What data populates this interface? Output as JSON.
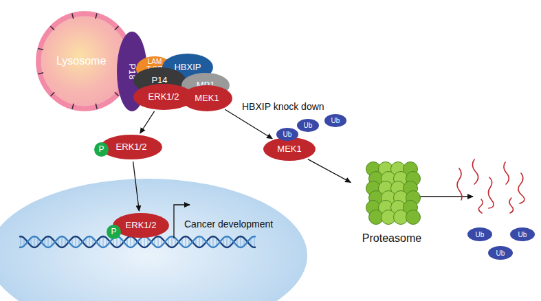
{
  "diagram": {
    "nodes": [
      {
        "text": [
          "Lysosome"
        ]
      },
      {
        "text": [
          "P18"
        ]
      },
      {
        "text": [
          "LAMT OR4"
        ]
      },
      {
        "text": [
          "HBXIP"
        ]
      },
      {
        "text": [
          "P14"
        ]
      },
      {
        "text": [
          "MP1"
        ]
      },
      {
        "text": [
          "ERK1/2"
        ]
      },
      {
        "text": [
          "MEK1"
        ]
      },
      {
        "text": [
          "ERK1/2"
        ]
      },
      {
        "text": [
          "P"
        ]
      },
      {
        "text": [
          "MEK1"
        ]
      },
      {
        "text": [
          "Ub"
        ]
      },
      {
        "text": [
          "Ub"
        ]
      },
      {
        "text": [
          "Ub"
        ]
      },
      {
        "text": [
          "ERK1/2"
        ]
      },
      {
        "text": [
          "P"
        ]
      },
      {
        "text": [
          "Proteasome"
        ]
      },
      {
        "text": [
          "Ub"
        ]
      },
      {
        "text": [
          "Ub"
        ]
      },
      {
        "text": [
          "Ub"
        ]
      }
    ],
    "edges": [
      {
        "from": 6,
        "to": 8,
        "arrow": "to"
      },
      {
        "from": 8,
        "to": 14,
        "arrow": "to"
      },
      {
        "from": 7,
        "to": 10,
        "arrow": "to"
      },
      {
        "from": 10,
        "to": 16,
        "arrow": "to"
      }
    ],
    "labels": [
      "HBXIP knock down",
      "Cancer development"
    ]
  }
}
